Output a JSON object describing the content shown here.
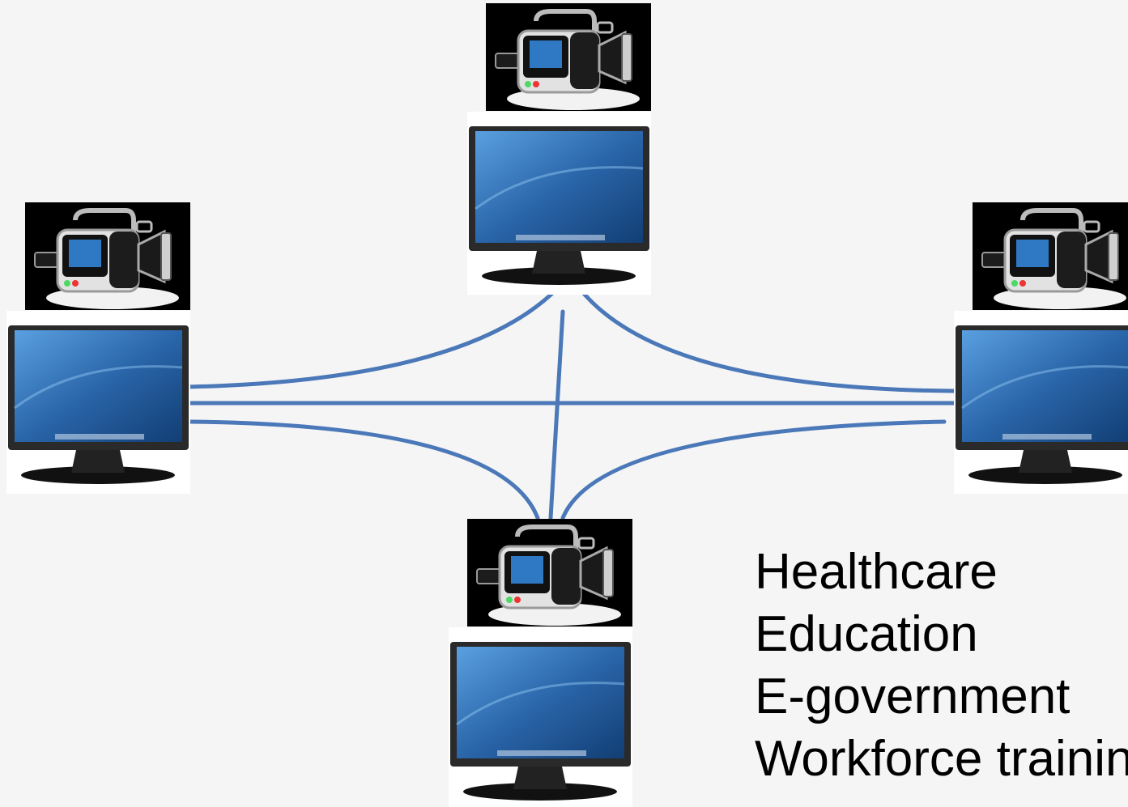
{
  "endpoints": [
    {
      "id": "top",
      "devices": [
        "video-camera",
        "monitor"
      ]
    },
    {
      "id": "left",
      "devices": [
        "video-camera",
        "monitor"
      ]
    },
    {
      "id": "right",
      "devices": [
        "video-camera",
        "monitor"
      ]
    },
    {
      "id": "bottom",
      "devices": [
        "video-camera",
        "monitor"
      ]
    }
  ],
  "connections": [
    [
      "top",
      "left"
    ],
    [
      "top",
      "right"
    ],
    [
      "top",
      "bottom"
    ],
    [
      "left",
      "right"
    ],
    [
      "left",
      "bottom"
    ],
    [
      "right",
      "bottom"
    ]
  ],
  "applications": {
    "items": [
      "Healthcare",
      "Education",
      "E-government",
      "Workforce training"
    ]
  },
  "colors": {
    "link": "#4a78b8",
    "background": "#f5f5f5",
    "screen": "#2f6fb3",
    "text": "#000000"
  },
  "icons": [
    "video-camera-icon",
    "monitor-icon"
  ]
}
